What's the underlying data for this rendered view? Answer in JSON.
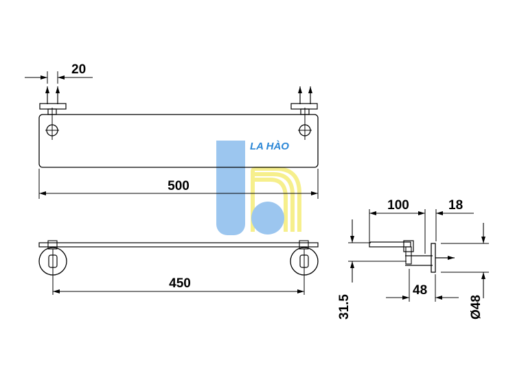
{
  "dimensions": {
    "bracket_offset": "20",
    "top_length": "500",
    "front_length": "450",
    "side_depth": "100",
    "side_wall_gap": "18",
    "side_projection": "48",
    "side_height": "31.5",
    "side_diameter": "Ø48"
  },
  "watermark": {
    "text": "LA HÀO",
    "colors": {
      "blue": "#9cc6ef",
      "yellow": "#f6ef8c",
      "text": "#2a86d6"
    }
  },
  "colors": {
    "line": "#000000",
    "glass": "#ffffff"
  }
}
